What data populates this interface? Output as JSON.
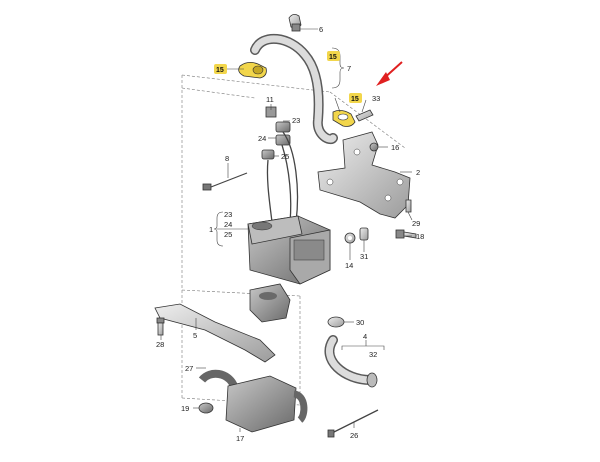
{
  "diagram": {
    "labels": [
      {
        "id": "p6",
        "text": "6"
      },
      {
        "id": "p7",
        "text": "7"
      },
      {
        "id": "p15a",
        "text": "15",
        "highlight": true
      },
      {
        "id": "p15b",
        "text": "15",
        "highlight": true
      },
      {
        "id": "p15c",
        "text": "15",
        "highlight": true
      },
      {
        "id": "p33",
        "text": "33"
      },
      {
        "id": "p11",
        "text": "11"
      },
      {
        "id": "p23a",
        "text": "23"
      },
      {
        "id": "p24a",
        "text": "24"
      },
      {
        "id": "p25a",
        "text": "25"
      },
      {
        "id": "p8",
        "text": "8"
      },
      {
        "id": "p16",
        "text": "16"
      },
      {
        "id": "p2",
        "text": "2"
      },
      {
        "id": "p29",
        "text": "29"
      },
      {
        "id": "p18",
        "text": "18"
      },
      {
        "id": "p23b",
        "text": "23"
      },
      {
        "id": "p24b",
        "text": "24"
      },
      {
        "id": "p1",
        "text": "1"
      },
      {
        "id": "p25b",
        "text": "25"
      },
      {
        "id": "p14",
        "text": "14"
      },
      {
        "id": "p31",
        "text": "31"
      },
      {
        "id": "p30",
        "text": "30"
      },
      {
        "id": "p28",
        "text": "28"
      },
      {
        "id": "p5",
        "text": "5"
      },
      {
        "id": "p4",
        "text": "4"
      },
      {
        "id": "p32",
        "text": "32"
      },
      {
        "id": "p27",
        "text": "27"
      },
      {
        "id": "p19",
        "text": "19"
      },
      {
        "id": "p17",
        "text": "17"
      },
      {
        "id": "p26",
        "text": "26"
      }
    ],
    "colors": {
      "highlight": "#f2d64b",
      "arrow": "#e02020",
      "part_fill": "#d9d9d9",
      "part_dark": "#9a9a9a",
      "line": "#444444"
    }
  }
}
